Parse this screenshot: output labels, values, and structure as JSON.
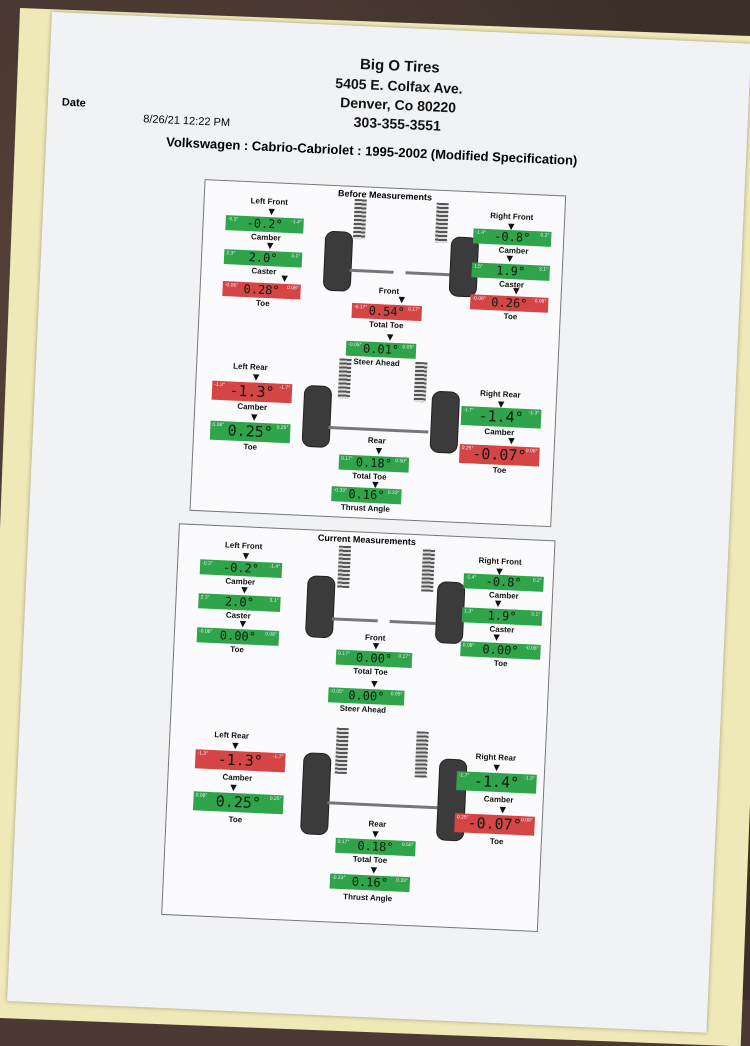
{
  "header": {
    "shop_name": "Big O Tires",
    "address": "5405 E. Colfax Ave.",
    "city": "Denver, Co 80220",
    "phone": "303-355-3551"
  },
  "date_label": "Date",
  "date_value": "8/26/21 12:22 PM",
  "vehicle": "Volkswagen : Cabrio-Cabriolet : 1995-2002 (Modified Specification)",
  "before": {
    "title": "Before Measurements",
    "left_front": {
      "label": "Left Front",
      "camber": {
        "value": "-0.2°",
        "min": "-0.3°",
        "max": "-1.4°",
        "status": "green"
      },
      "caster": {
        "value": "2.0°",
        "min": "2.3°",
        "max": "3.1°",
        "status": "green"
      },
      "toe": {
        "value": "0.28°",
        "min": "-0.06°",
        "max": "0.08°",
        "status": "red"
      }
    },
    "right_front": {
      "label": "Right Front",
      "camber": {
        "value": "-0.8°",
        "min": "-1.4°",
        "max": "0.2°",
        "status": "green"
      },
      "caster": {
        "value": "1.9°",
        "min": "1.5°",
        "max": "3.1°",
        "status": "green"
      },
      "toe": {
        "value": "0.26°",
        "min": "-0.06°",
        "max": "0.08°",
        "status": "red"
      }
    },
    "front_total": {
      "label": "Front",
      "caption": "Total Toe",
      "value": "0.54°",
      "min": "-0.17°",
      "max": "0.17°",
      "status": "red"
    },
    "steer_ahead": {
      "caption": "Steer Ahead",
      "value": "0.01°",
      "min": "-0.05°",
      "max": "0.05°",
      "status": "green"
    },
    "left_rear": {
      "label": "Left Rear",
      "camber": {
        "value": "-1.3°",
        "min": "-1.3°",
        "max": "-1.7°",
        "status": "red"
      },
      "toe": {
        "value": "0.25°",
        "min": "0.08°",
        "max": "0.25°",
        "status": "green"
      }
    },
    "right_rear": {
      "label": "Right Rear",
      "camber": {
        "value": "-1.4°",
        "min": "-1.7°",
        "max": "-1.3°",
        "status": "green"
      },
      "toe": {
        "value": "-0.07°",
        "min": "0.25°",
        "max": "0.08°",
        "status": "red"
      }
    },
    "rear_total": {
      "label": "Rear",
      "caption": "Total Toe",
      "value": "0.18°",
      "min": "0.17°",
      "max": "0.50°",
      "status": "green"
    },
    "thrust": {
      "caption": "Thrust Angle",
      "value": "0.16°",
      "min": "-0.33°",
      "max": "0.33°",
      "status": "green"
    }
  },
  "current": {
    "title": "Current Measurements",
    "left_front": {
      "label": "Left Front",
      "camber": {
        "value": "-0.2°",
        "min": "-0.3°",
        "max": "-1.4°",
        "status": "green"
      },
      "caster": {
        "value": "2.0°",
        "min": "2.3°",
        "max": "3.1°",
        "status": "green"
      },
      "toe": {
        "value": "0.00°",
        "min": "-0.08°",
        "max": "0.08°",
        "status": "green"
      }
    },
    "right_front": {
      "label": "Right Front",
      "camber": {
        "value": "-0.8°",
        "min": "-1.4°",
        "max": "0.2°",
        "status": "green"
      },
      "caster": {
        "value": "1.9°",
        "min": "1.3°",
        "max": "3.1°",
        "status": "green"
      },
      "toe": {
        "value": "0.00°",
        "min": "0.08°",
        "max": "-0.08°",
        "status": "green"
      }
    },
    "front_total": {
      "label": "Front",
      "caption": "Total Toe",
      "value": "0.00°",
      "min": "0.17°",
      "max": "0.17°",
      "status": "green"
    },
    "steer_ahead": {
      "caption": "Steer Ahead",
      "value": "0.00°",
      "min": "-0.05°",
      "max": "0.05°",
      "status": "green"
    },
    "left_rear": {
      "label": "Left Rear",
      "camber": {
        "value": "-1.3°",
        "min": "-1.3°",
        "max": "-1.7°",
        "status": "red"
      },
      "toe": {
        "value": "0.25°",
        "min": "0.08°",
        "max": "0.25°",
        "status": "green"
      }
    },
    "right_rear": {
      "label": "Right Rear",
      "camber": {
        "value": "-1.4°",
        "min": "-1.7°",
        "max": "-1.3°",
        "status": "green"
      },
      "toe": {
        "value": "-0.07°",
        "min": "0.25°",
        "max": "0.08°",
        "status": "red"
      }
    },
    "rear_total": {
      "label": "Rear",
      "caption": "Total Toe",
      "value": "0.18°",
      "min": "0.17°",
      "max": "0.50°",
      "status": "green"
    },
    "thrust": {
      "caption": "Thrust Angle",
      "value": "0.16°",
      "min": "-0.33°",
      "max": "0.33°",
      "status": "green"
    }
  },
  "labels": {
    "camber": "Camber",
    "caster": "Caster",
    "toe": "Toe"
  }
}
